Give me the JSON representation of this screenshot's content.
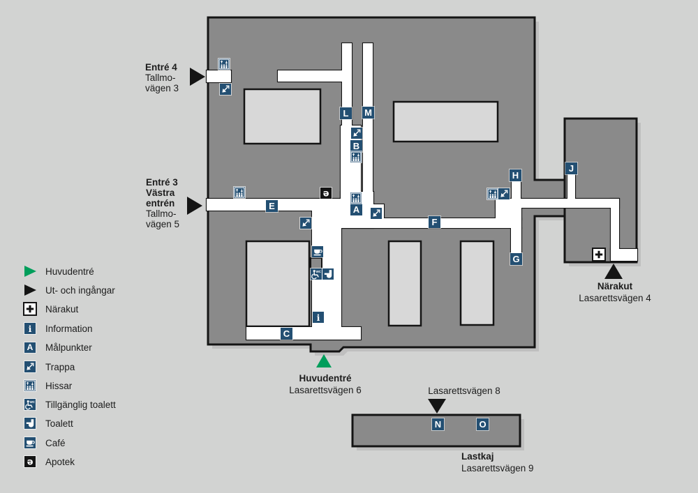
{
  "colors": {
    "navy": "#234f72",
    "green": "#009e5b",
    "black": "#141414",
    "building_fill": "#8a8a8a",
    "courtyard_fill": "#d8d8d8",
    "background": "#d2d3d2",
    "corridor": "#ffffff"
  },
  "legend": {
    "items": [
      {
        "icon": "main-entrance-triangle-icon",
        "label": "Huvudentré"
      },
      {
        "icon": "entrance-triangle-icon",
        "label": "Ut- och ingångar"
      },
      {
        "icon": "emergency-cross-icon",
        "label": "Närakut"
      },
      {
        "icon": "information-icon",
        "label": "Information"
      },
      {
        "icon": "waypoint-letter-icon",
        "letter": "A",
        "label": "Målpunkter"
      },
      {
        "icon": "stairs-icon",
        "label": "Trappa"
      },
      {
        "icon": "elevator-icon",
        "label": "Hissar"
      },
      {
        "icon": "accessible-toilet-icon",
        "label": "Tillgänglig toalett"
      },
      {
        "icon": "toilet-icon",
        "label": "Toalett"
      },
      {
        "icon": "cafe-icon",
        "label": "Café"
      },
      {
        "icon": "pharmacy-icon",
        "label": "Apotek"
      }
    ]
  },
  "map": {
    "markers": {
      "a": "A",
      "b": "B",
      "c": "C",
      "e": "E",
      "f": "F",
      "g": "G",
      "h": "H",
      "j": "J",
      "l": "L",
      "m": "M",
      "n": "N",
      "o": "O"
    },
    "labels": {
      "entre4": {
        "line1": "Entré 4",
        "line2": "Tallmo-",
        "line3": "vägen 3"
      },
      "entre3": {
        "line1": "Entré 3",
        "line2": "Västra",
        "line3": "entrén",
        "line4": "Tallmo-",
        "line5": "vägen 5"
      },
      "huvudentre": {
        "title": "Huvudentré",
        "street": "Lasarettsvägen 6"
      },
      "narakut": {
        "title": "Närakut",
        "street": "Lasarettsvägen 4"
      },
      "vagen8": {
        "street": "Lasarettsvägen 8"
      },
      "lastkaj": {
        "title": "Lastkaj",
        "street": "Lasarettsvägen 9"
      }
    }
  }
}
